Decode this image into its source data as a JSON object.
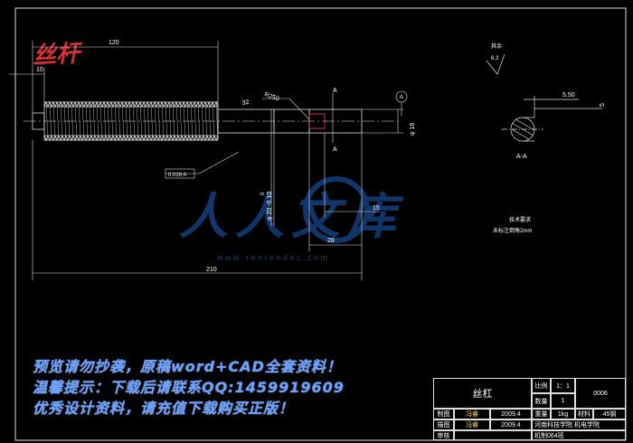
{
  "drawing": {
    "title_red": "丝杆",
    "dim_120": "120",
    "dim_10": "10",
    "dim_32": "32",
    "dim_R250": "R250",
    "dim_A": "A",
    "dim_16": "φ 16",
    "dim_15": "15",
    "dim_28": "28",
    "dim_210": "210",
    "dim_shaft": "φ 20  -0.10",
    "dim_shaft_top": "0",
    "tolerance": "0.016 A",
    "datum_A": "A",
    "section_label": "A-A",
    "dim_550": "5.50",
    "dim_5": "5",
    "roughness_label": "其余",
    "roughness_value": "6.3",
    "tech_title": "技术要求",
    "tech_note": "未标注倒角2mm",
    "watermark_cn": "人人文库",
    "watermark_url": "w w w . r e n r e n d o c . c o m"
  },
  "promo": {
    "line1": "预览请勿抄袭，原稿word+CAD全套资料！",
    "line2": "温馨提示：下载后请联系QQ:1459919609",
    "line3": "优秀设计资料，请充值下载购买正版！"
  },
  "titleblock": {
    "part_name": "丝杠",
    "scale_label": "比例",
    "scale_value": "1：1",
    "qty_label": "数量",
    "qty_value": "1",
    "code": "0006",
    "weight_label": "重量",
    "weight_value": "1kg",
    "material_label": "材料",
    "material_value": "45钢",
    "designer_label": "制图",
    "designer_name": "冯睿",
    "designer_date": "2009.4",
    "checker_label": "描图",
    "checker_name": "冯睿",
    "checker_date": "2009.4",
    "review_label": "审核",
    "school": "河南科技学院  机电学院",
    "class": "机制064班"
  }
}
